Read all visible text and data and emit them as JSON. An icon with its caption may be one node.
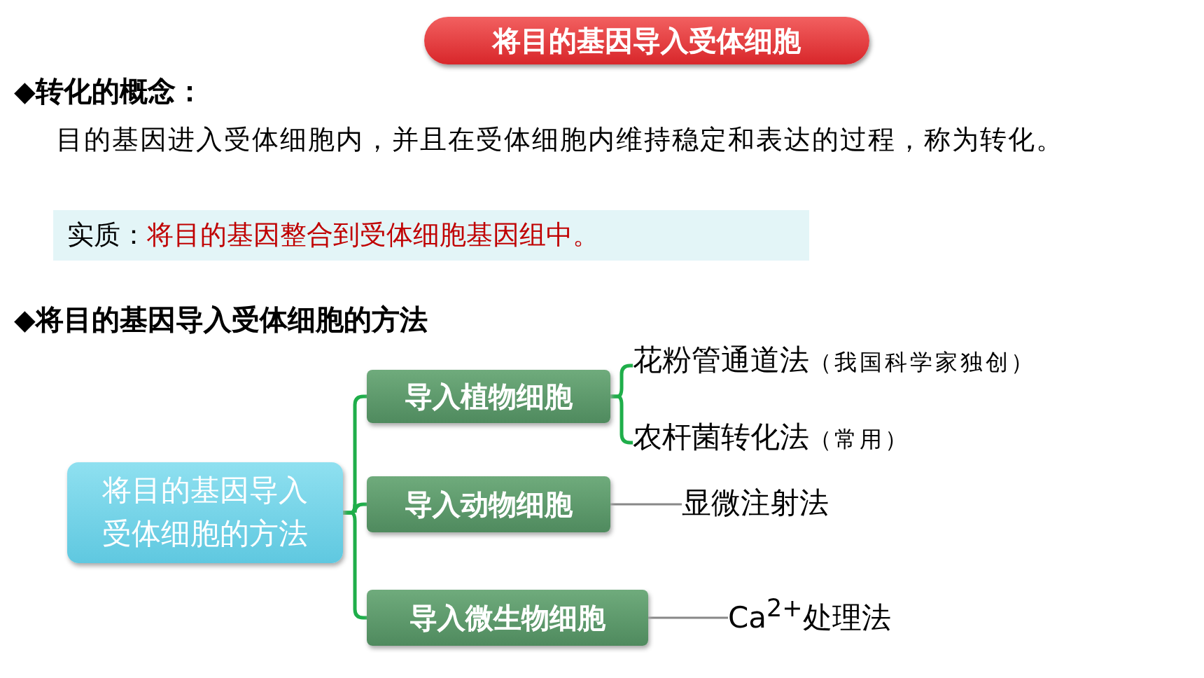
{
  "diagram": {
    "nodes": [
      {
        "text": [
          "将目的基因导入受体细胞"
        ]
      },
      {
        "text": [
          "实质：",
          "将目的基因整合到受体细胞基因组中。"
        ]
      },
      {
        "text": [
          "将目的基因导入受体细胞的方法"
        ]
      },
      {
        "text": [
          "导入植物细胞"
        ]
      },
      {
        "text": [
          "导入动物细胞"
        ]
      },
      {
        "text": [
          "导入微生物细胞"
        ]
      },
      {
        "text": [
          "花粉管通道法",
          "（我国科学家独创）"
        ]
      },
      {
        "text": [
          "农杆菌转化法",
          "（常用）"
        ]
      },
      {
        "text": [
          "显微注射法"
        ]
      },
      {
        "text": [
          "Ca$^{2+}$处理法"
        ]
      }
    ],
    "edges": [
      {
        "from": 2,
        "to": 3,
        "arrow": "none"
      },
      {
        "from": 2,
        "to": 4,
        "arrow": "none"
      },
      {
        "from": 2,
        "to": 5,
        "arrow": "none"
      },
      {
        "from": 3,
        "to": 6,
        "arrow": "none"
      },
      {
        "from": 3,
        "to": 7,
        "arrow": "none"
      },
      {
        "from": 4,
        "to": 8,
        "arrow": "none",
        "color": "#888888"
      },
      {
        "from": 5,
        "to": 9,
        "arrow": "none",
        "color": "#888888"
      }
    ],
    "labels": [
      "◆转化的概念：",
      "目的基因进入受体细胞内，并且在受体细胞内维持稳定和表达的过程，称为转化。",
      "◆将目的基因导入受体细胞的方法"
    ]
  }
}
